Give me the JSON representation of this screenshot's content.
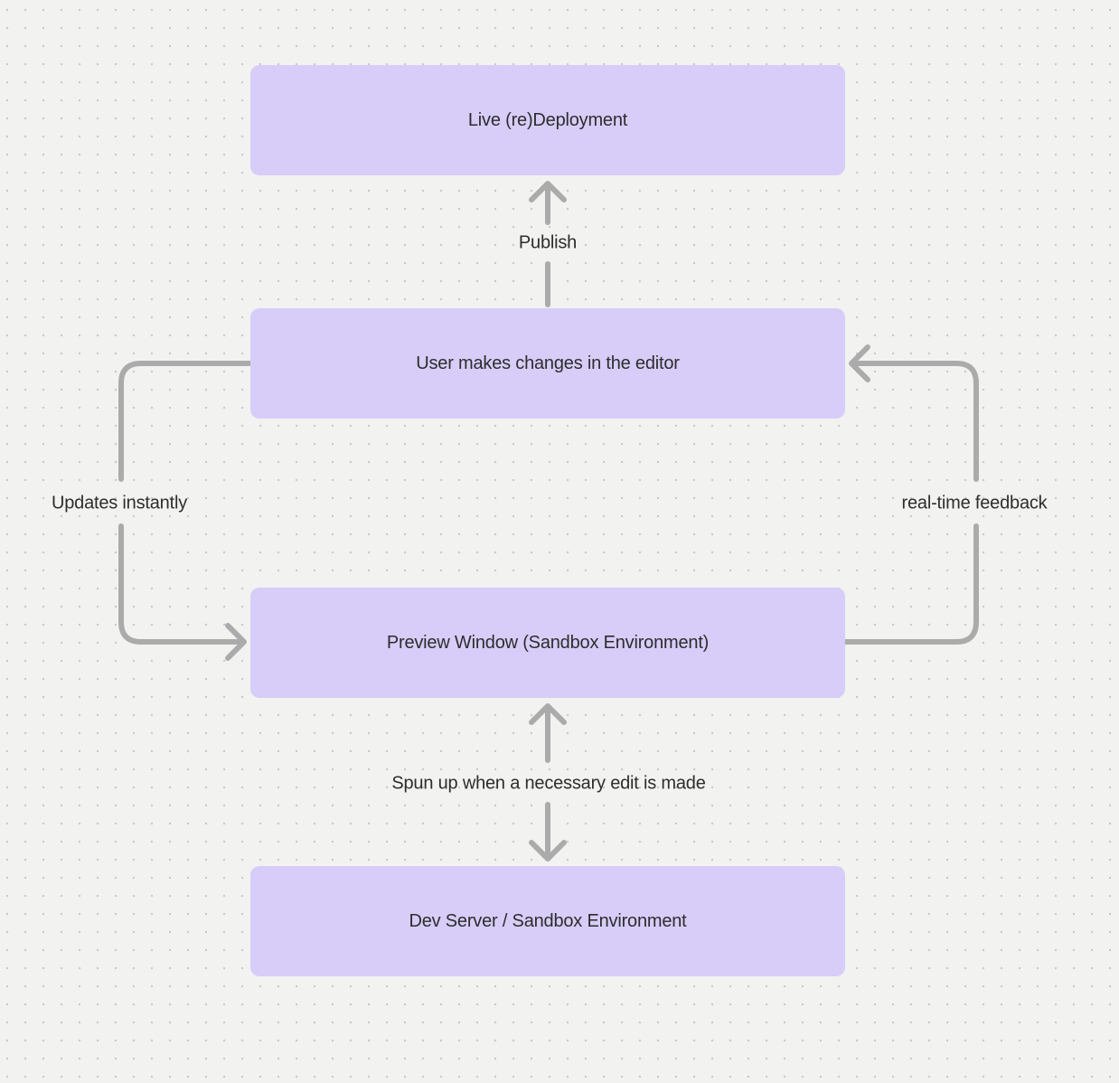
{
  "diagram": {
    "colors": {
      "background": "#f2f2f1",
      "dot_grid": "#c9c9c9",
      "node_fill": "#d8cdf8",
      "text": "#2d2d2d",
      "arrow": "#ababab"
    },
    "nodes": [
      {
        "id": "live-redeployment",
        "label": "Live (re)Deployment"
      },
      {
        "id": "user-editor",
        "label": "User makes changes in the editor"
      },
      {
        "id": "preview-window",
        "label": "Preview Window (Sandbox Environment)"
      },
      {
        "id": "dev-server",
        "label": "Dev Server / Sandbox Environment"
      }
    ],
    "edges": [
      {
        "label": "Publish",
        "from": "user-editor",
        "to": "live-redeployment",
        "direction": "up"
      },
      {
        "label": "Updates instantly",
        "from": "user-editor",
        "to": "preview-window",
        "direction": "left-loop-down"
      },
      {
        "label": "real-time feedback",
        "from": "preview-window",
        "to": "user-editor",
        "direction": "right-loop-up"
      },
      {
        "label": "Spun up when a necessary edit is made",
        "from": "dev-server",
        "to": "preview-window",
        "direction": "bidirectional"
      }
    ]
  }
}
